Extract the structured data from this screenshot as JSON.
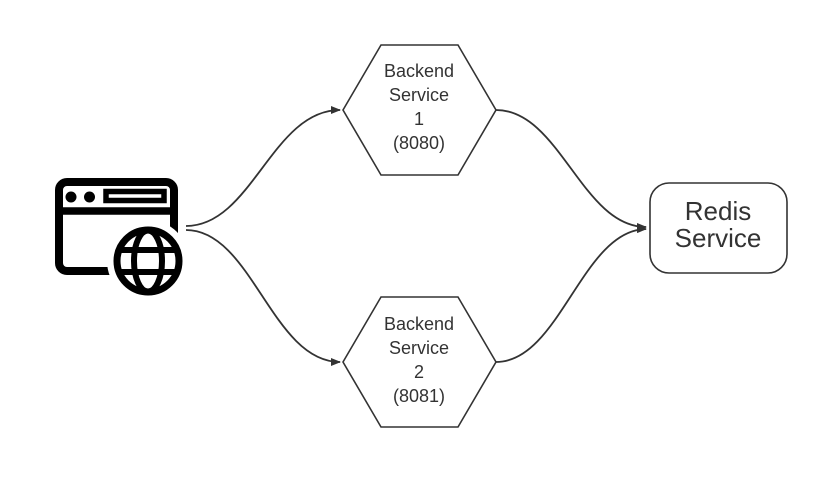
{
  "colors": {
    "background": "#ffffff",
    "node_stroke": "#333333",
    "node_fill": "#ffffff",
    "edge": "#333333",
    "text": "#333333",
    "icon": "#000000"
  },
  "nodes": {
    "client": {
      "type": "icon",
      "icon": "web-browser-globe-icon"
    },
    "backend1": {
      "shape": "hexagon",
      "lines": [
        "Backend",
        "Service",
        "1",
        "(8080)"
      ]
    },
    "backend2": {
      "shape": "hexagon",
      "lines": [
        "Backend",
        "Service",
        "2",
        "(8081)"
      ]
    },
    "redis": {
      "shape": "rounded-rectangle",
      "lines": [
        "Redis",
        "Service"
      ]
    }
  },
  "edges": [
    {
      "from": "client",
      "to": "backend1",
      "style": "curved-arrow"
    },
    {
      "from": "client",
      "to": "backend2",
      "style": "curved-arrow"
    },
    {
      "from": "backend1",
      "to": "redis",
      "style": "curved-arrow"
    },
    {
      "from": "backend2",
      "to": "redis",
      "style": "curved-arrow"
    }
  ]
}
